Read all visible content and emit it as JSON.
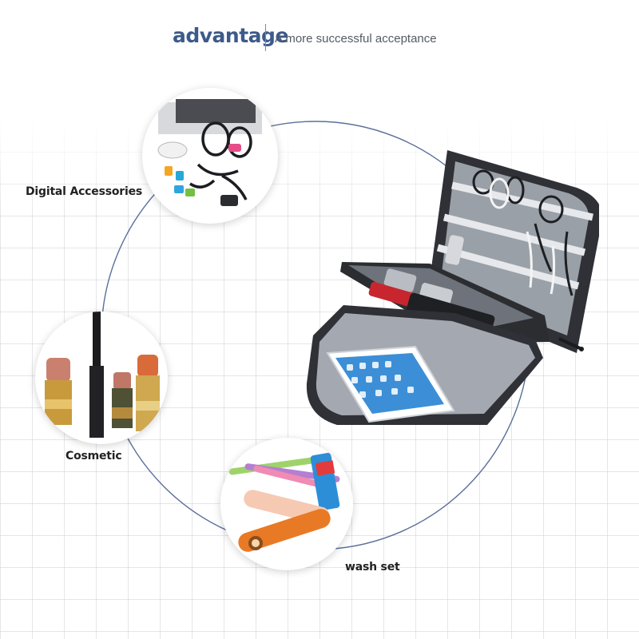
{
  "header": {
    "title": "advantage",
    "subtitle": "A more successful acceptance"
  },
  "categories": [
    {
      "label": "Digital Accessories",
      "icon": "cables-icon"
    },
    {
      "label": "Cosmetic",
      "icon": "lipstick-icon"
    },
    {
      "label": "wash set",
      "icon": "toothbrush-icon"
    }
  ],
  "colors": {
    "title": "#3d5a8a",
    "ring": "#5a6f9a",
    "bag_dark": "#3a3c42",
    "bag_lining": "#9fa3ab"
  }
}
